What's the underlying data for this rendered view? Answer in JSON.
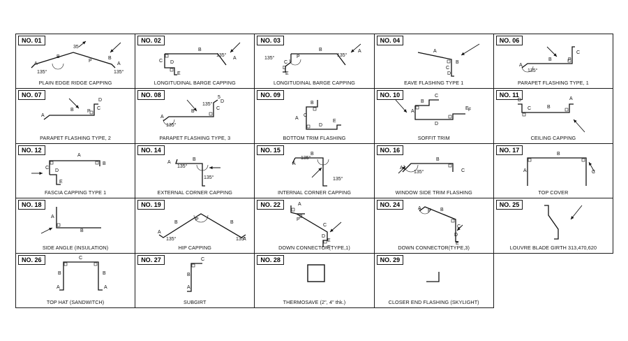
{
  "items": [
    {
      "no": "NO. 01",
      "caption": "PLAIN EDGE RIDGE CAPPING",
      "labels": [
        "A",
        "B",
        "35",
        "P",
        "B",
        "A",
        "135°",
        "135°"
      ]
    },
    {
      "no": "NO. 02",
      "caption": "LONGITUDINAL BARGE CAPPING",
      "labels": [
        "B",
        "C",
        "D",
        "E",
        "A",
        "135°"
      ]
    },
    {
      "no": "NO. 03",
      "caption": "LONGITUDINAL BARGE CAPPING",
      "labels": [
        "B",
        "P",
        "C",
        "D",
        "E",
        "A",
        "135°",
        "135°"
      ]
    },
    {
      "no": "NO. 04",
      "caption": "EAVE FLASHING TYPE 1",
      "labels": [
        "A",
        "B",
        "C",
        "D"
      ]
    },
    {
      "no": "NO. 06",
      "caption": "PARAPET FLASHING TYPE, 1",
      "labels": [
        "A",
        "B",
        "P",
        "C",
        "135°"
      ]
    },
    {
      "no": "NO. 07",
      "caption": "PARAPET FLASHING TYPE, 2",
      "labels": [
        "A",
        "B",
        "P",
        "C",
        "D"
      ]
    },
    {
      "no": "NO. 08",
      "caption": "PARAPET FLASHING TYPE, 3",
      "labels": [
        "A",
        "B",
        "C",
        "D",
        "135°",
        "5",
        "135°"
      ]
    },
    {
      "no": "NO. 09",
      "caption": "BOTTOM TRIM FLASHING",
      "labels": [
        "A",
        "B",
        "C",
        "D",
        "E"
      ]
    },
    {
      "no": "NO. 10",
      "caption": "SOFFIT TRIM",
      "labels": [
        "A",
        "B",
        "C",
        "D",
        "E",
        "F"
      ]
    },
    {
      "no": "NO. 11",
      "caption": "CEILING CAPPING",
      "labels": [
        "A",
        "B",
        "C",
        "D"
      ]
    },
    {
      "no": "NO. 12",
      "caption": "FASCIA CAPPING TYPE 1",
      "labels": [
        "A",
        "B",
        "C",
        "D",
        "E"
      ]
    },
    {
      "no": "NO. 14",
      "caption": "EXTERNAL CORNER CAPPING",
      "labels": [
        "A",
        "B",
        "135°",
        "135°"
      ]
    },
    {
      "no": "NO. 15",
      "caption": "INTERNAL CORNER CAPPING",
      "labels": [
        "A",
        "B",
        "135°",
        "135°"
      ]
    },
    {
      "no": "NO. 16",
      "caption": "WINDOW SIDE TRIM FLASHING",
      "labels": [
        "A",
        "B",
        "C",
        "135°"
      ]
    },
    {
      "no": "NO. 17",
      "caption": "TOP COVER",
      "labels": [
        "A",
        "B",
        "C"
      ]
    },
    {
      "no": "NO. 18",
      "caption": "SIDE ANGLE (INSULATION)",
      "labels": [
        "A",
        "B"
      ]
    },
    {
      "no": "NO. 19",
      "caption": "HIP CAPPING",
      "labels": [
        "A",
        "B",
        "P",
        "B",
        "A",
        "135°",
        "135°"
      ]
    },
    {
      "no": "NO. 22",
      "caption": "DOWN CONNECTOR(TYPE,1)",
      "labels": [
        "A",
        "B",
        "P",
        "C",
        "D",
        "E",
        "F"
      ]
    },
    {
      "no": "NO. 24",
      "caption": "DOWN CONNECTOR(TYPE,3)",
      "labels": [
        "A",
        "B",
        "P",
        "C",
        "D",
        "E"
      ]
    },
    {
      "no": "NO. 25",
      "caption": "LOUVRE BLADE GIRTH 313,470,620",
      "labels": []
    },
    {
      "no": "NO. 26",
      "caption": "TOP HAT (SANDWITCH)",
      "labels": [
        "C",
        "B",
        "B",
        "A",
        "A"
      ]
    },
    {
      "no": "NO. 27",
      "caption": "SUBGIRT",
      "labels": [
        "C",
        "B",
        "A"
      ]
    },
    {
      "no": "NO. 28",
      "caption": "THERMOSAVE (2\", 4\" thk.)",
      "labels": []
    },
    {
      "no": "NO. 29",
      "caption": "CLOSER END FLASHING (SKYLIGHT)",
      "labels": []
    }
  ]
}
